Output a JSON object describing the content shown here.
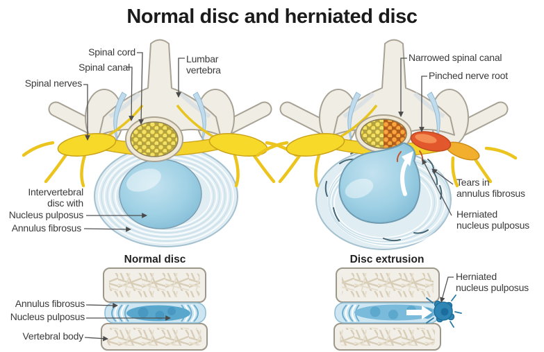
{
  "title": "Normal disc and herniated disc",
  "left_diagram": {
    "caption": "Normal disc",
    "labels": {
      "spinal_cord": "Spinal cord",
      "spinal_canal": "Spinal canal",
      "spinal_nerves": "Spinal nerves",
      "lumbar_vertebra": "Lumbar\nvertebra",
      "intervertebral_disc": "Intervertebral\ndisc with",
      "nucleus_pulposus": "Nucleus pulposus",
      "annulus_fibrosus": "Annulus fibrosus"
    }
  },
  "right_diagram": {
    "caption": "Disc extrusion",
    "labels": {
      "narrowed_spinal_canal": "Narrowed spinal canal",
      "pinched_nerve_root": "Pinched nerve root",
      "tears_in_annulus": "Tears in\nannulus fibrosus",
      "herniated_nucleus": "Herniated\nnucleus pulposus"
    }
  },
  "bottom_left": {
    "labels": {
      "annulus_fibrosus": "Annulus fibrosus",
      "nucleus_pulposus": "Nucleus pulposus",
      "vertebral_body": "Vertebral body"
    }
  },
  "bottom_right": {
    "labels": {
      "herniated_nucleus": "Herniated\nnucleus pulposus"
    }
  },
  "palette": {
    "bone_beige": "#f0ede5",
    "bone_outline": "#a29c8e",
    "disc_pale_blue": "#e0edf3",
    "nucleus_blue": "#9ed0e4",
    "herniated_dark_blue": "#2f86b4",
    "nerve_yellow": "#f4d32a",
    "pinched_nerve_red": "#e2572b",
    "canal_dots_yellow": "#f3e268",
    "canal_dots_orange": "#f6a83e",
    "label_text": "#3a3a3a",
    "leader_line": "#4f4f4f"
  }
}
